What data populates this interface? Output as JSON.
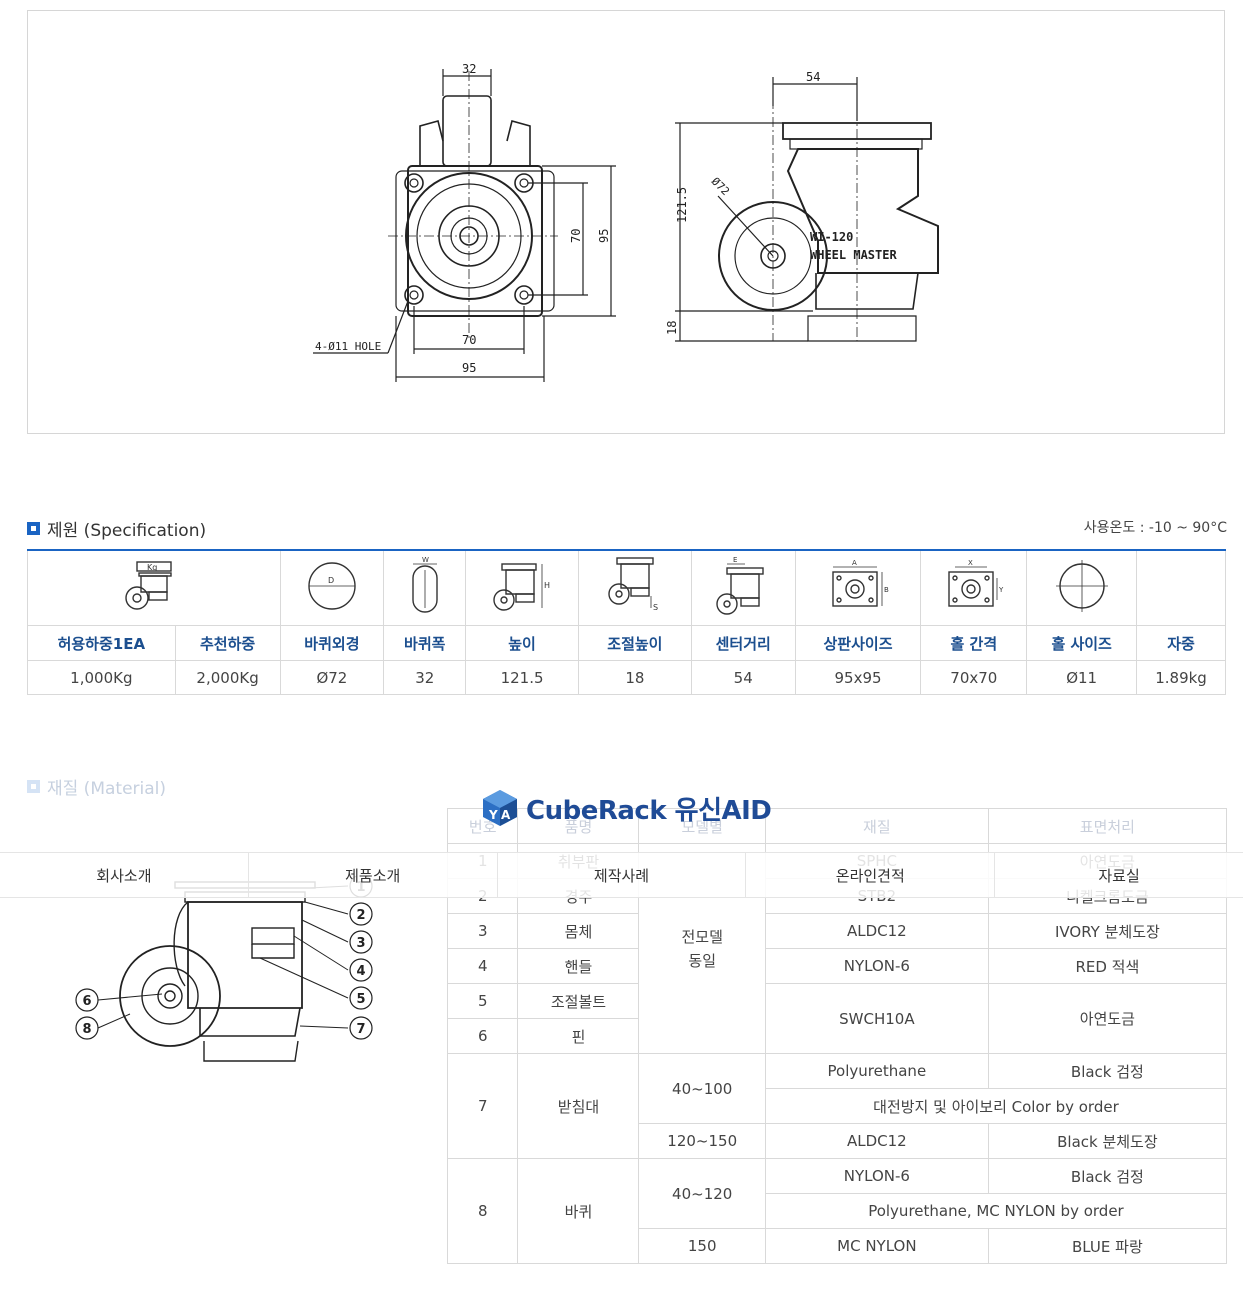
{
  "drawing": {
    "dims": {
      "d32": "32",
      "d70v": "70",
      "d95v": "95",
      "d70h": "70",
      "d95h": "95",
      "hole": "4-Ø11 HOLE",
      "d54": "54",
      "d121": "121.5",
      "d18": "18",
      "dia72": "Ø72"
    },
    "model_line1": "WI-120",
    "model_line2": "WHEEL MASTER"
  },
  "spec": {
    "title": "제원 (Specification)",
    "temp": "사용온도 : -10 ~ 90°C",
    "icon_letters": {
      "kg": "Kg",
      "d": "D",
      "w": "W",
      "h": "H",
      "s": "S",
      "e": "E",
      "a": "A",
      "b": "B",
      "x": "X",
      "y": "Y"
    },
    "headers": [
      "허용하중1EA",
      "추천하중",
      "바퀴외경",
      "바퀴폭",
      "높이",
      "조절높이",
      "센터거리",
      "상판사이즈",
      "홀 간격",
      "홀 사이즈",
      "자중"
    ],
    "values": [
      "1,000Kg",
      "2,000Kg",
      "Ø72",
      "32",
      "121.5",
      "18",
      "54",
      "95x95",
      "70x70",
      "Ø11",
      "1.89kg"
    ]
  },
  "material": {
    "title": "재질 (Material)",
    "headers": [
      "번호",
      "품명",
      "모델별",
      "재질",
      "표면처리"
    ],
    "rows": {
      "r1": [
        "1",
        "취부판",
        "SPHC",
        "아연도금"
      ],
      "r2": [
        "2",
        "경주",
        "STB2",
        "니켈크롬도금"
      ],
      "r3": [
        "3",
        "몸체",
        "ALDC12",
        "IVORY 분체도장"
      ],
      "r4": [
        "4",
        "핸들",
        "NYLON-6",
        "RED 적색"
      ],
      "r5": [
        "5",
        "조절볼트"
      ],
      "r56": [
        "SWCH10A",
        "아연도금"
      ],
      "r6": [
        "6",
        "핀"
      ],
      "model_all": "전모델\n동일",
      "r7": [
        "7",
        "받침대",
        "40~100",
        "Polyurethane",
        "Black 검정"
      ],
      "r7b": "대전방지 및 아이보리 Color by order",
      "r7c": [
        "120~150",
        "ALDC12",
        "Black 분체도장"
      ],
      "r8": [
        "8",
        "바퀴",
        "40~120",
        "NYLON-6",
        "Black 검정"
      ],
      "r8b": "Polyurethane, MC NYLON by order",
      "r8c": [
        "150",
        "MC NYLON",
        "BLUE 파랑"
      ]
    },
    "callouts": [
      "1",
      "2",
      "3",
      "4",
      "5",
      "6",
      "7",
      "8"
    ]
  },
  "nav": {
    "logo": "CubeRack 유신AID",
    "items": [
      "회사소개",
      "제품소개",
      "제작사례",
      "온라인견적",
      "자료실"
    ]
  },
  "colors": {
    "accent": "#1a64c3",
    "header_text": "#1c4f8f",
    "logo": "#1f4b96"
  }
}
